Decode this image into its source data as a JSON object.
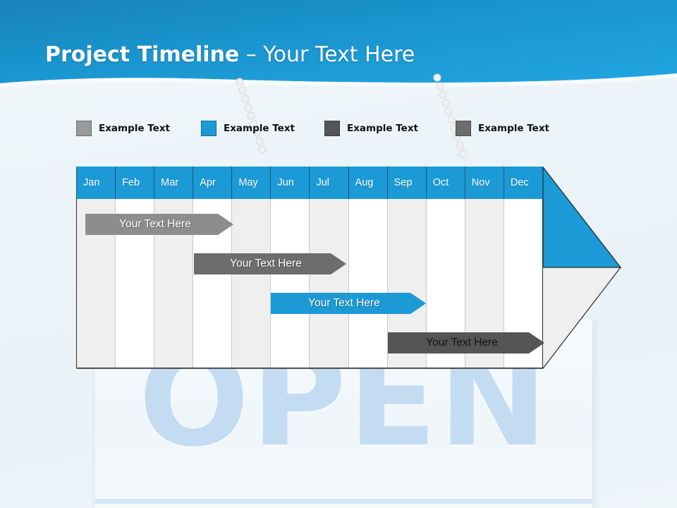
{
  "slide": {
    "title_bold": "Project Timeline",
    "title_regular": " – Your Text Here",
    "watermark": "OPEN",
    "colors": {
      "banner_blue": "#1c9ad6",
      "accent_blue": "#1c9ad6",
      "light_gray": "#9a9a9a",
      "mid_gray": "#6d6d6d",
      "dark_gray": "#555555",
      "grid_shade": "#efefef",
      "background": "#eef5f9"
    }
  },
  "legend": {
    "items": [
      {
        "label": "Example Text",
        "color": "#9a9a9a",
        "swatch": "legend-swatch-gray"
      },
      {
        "label": "Example Text",
        "color": "#1c9ad6",
        "swatch": "legend-swatch-blue"
      },
      {
        "label": "Example Text",
        "color": "#555555",
        "swatch": "legend-swatch-dark-gray"
      },
      {
        "label": "Example Text",
        "color": "#6d6d6d",
        "swatch": "legend-swatch-mid-gray"
      }
    ]
  },
  "chart_data": {
    "type": "bar",
    "title": "Project Timeline",
    "xlabel": "",
    "ylabel": "",
    "grid": true,
    "legend_position": "top",
    "categories": [
      "Jan",
      "Feb",
      "Mar",
      "Apr",
      "May",
      "Jun",
      "Jul",
      "Aug",
      "Sep",
      "Oct",
      "Nov",
      "Dec"
    ],
    "series": [
      {
        "name": "Your  Text Here",
        "start_month": "Jan",
        "end_month": "Apr",
        "start": 0.3,
        "end": 3.9,
        "color": "#8d8d8d",
        "text_color": "#ffffff"
      },
      {
        "name": "Your  Text Here",
        "start_month": "Apr",
        "end_month": "Jun",
        "start": 3.0,
        "end": 5.9,
        "color": "#6d6d6d",
        "text_color": "#ffffff"
      },
      {
        "name": "Your  Text Here",
        "start_month": "Jun",
        "end_month": "Sep",
        "start": 5.0,
        "end": 8.9,
        "color": "#1c9ad6",
        "text_color": "#ffffff"
      },
      {
        "name": "Your  Text Here",
        "start_month": "Sep",
        "end_month": "Nov",
        "start": 8.0,
        "end": 11.9,
        "color": "#555555",
        "text_color": "#111111"
      }
    ]
  },
  "months": {
    "m0": "Jan",
    "m1": "Feb",
    "m2": "Mar",
    "m3": "Apr",
    "m4": "May",
    "m5": "Jun",
    "m6": "Jul",
    "m7": "Aug",
    "m8": "Sep",
    "m9": "Oct",
    "m10": "Nov",
    "m11": "Dec"
  },
  "bars": {
    "b0": "Your  Text Here",
    "b1": "Your  Text Here",
    "b2": "Your  Text Here",
    "b3": "Your  Text Here"
  }
}
